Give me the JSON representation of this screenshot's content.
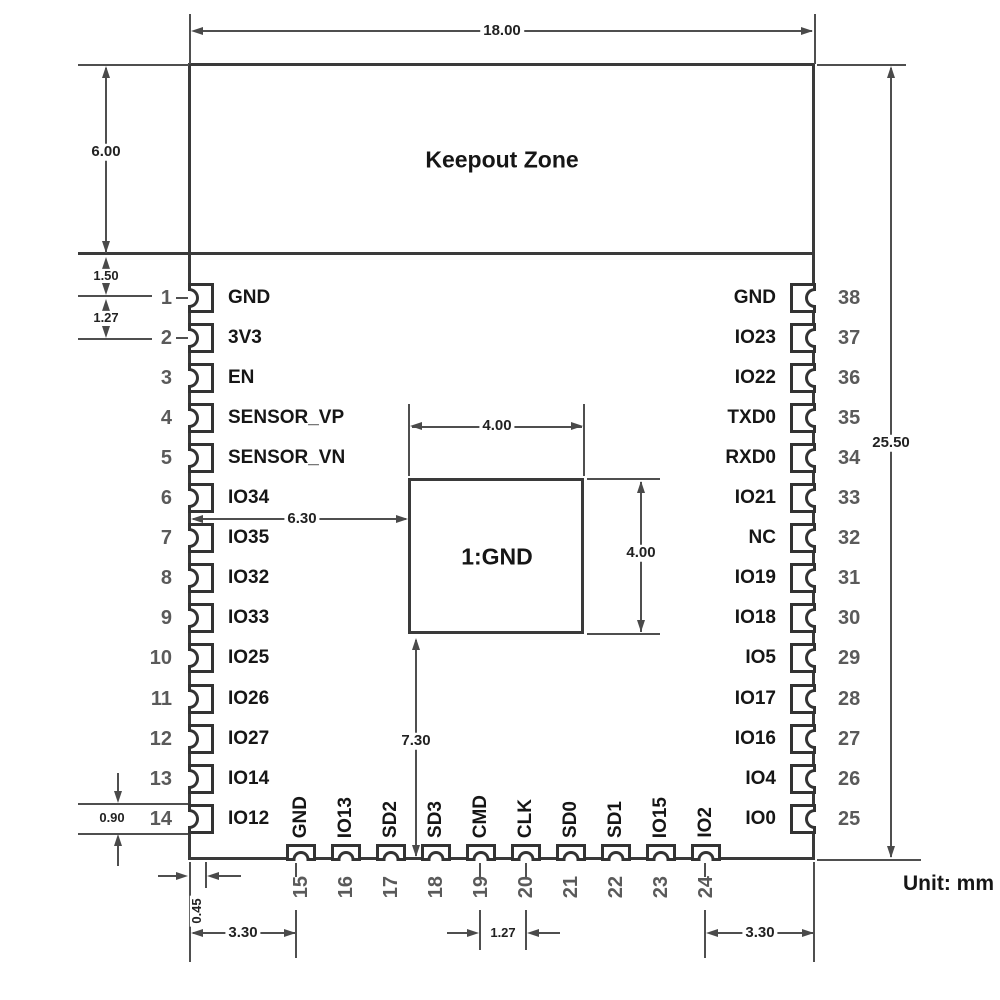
{
  "title": "Keepout Zone",
  "unit_label": "Unit: mm",
  "center_pad": {
    "label": "1:GND"
  },
  "dims": {
    "body_width": "18.00",
    "body_height": "25.50",
    "keepout_height": "6.00",
    "keepout_to_pin1": "1.50",
    "side_pin_pitch": "1.27",
    "pad_height": "0.90",
    "pad_inset": "0.45",
    "left_edge_to_pin15": "3.30",
    "bottom_pin_pitch": "1.27",
    "pin24_to_right_edge": "3.30",
    "center_pad_width": "4.00",
    "center_pad_height": "4.00",
    "center_pad_offset_x": "6.30",
    "center_pad_offset_y": "7.30"
  },
  "pins": {
    "left": [
      {
        "num": "1",
        "label": "GND"
      },
      {
        "num": "2",
        "label": "3V3"
      },
      {
        "num": "3",
        "label": "EN"
      },
      {
        "num": "4",
        "label": "SENSOR_VP"
      },
      {
        "num": "5",
        "label": "SENSOR_VN"
      },
      {
        "num": "6",
        "label": "IO34"
      },
      {
        "num": "7",
        "label": "IO35"
      },
      {
        "num": "8",
        "label": "IO32"
      },
      {
        "num": "9",
        "label": "IO33"
      },
      {
        "num": "10",
        "label": "IO25"
      },
      {
        "num": "11",
        "label": "IO26"
      },
      {
        "num": "12",
        "label": "IO27"
      },
      {
        "num": "13",
        "label": "IO14"
      },
      {
        "num": "14",
        "label": "IO12"
      }
    ],
    "right": [
      {
        "num": "38",
        "label": "GND"
      },
      {
        "num": "37",
        "label": "IO23"
      },
      {
        "num": "36",
        "label": "IO22"
      },
      {
        "num": "35",
        "label": "TXD0"
      },
      {
        "num": "34",
        "label": "RXD0"
      },
      {
        "num": "33",
        "label": "IO21"
      },
      {
        "num": "32",
        "label": "NC"
      },
      {
        "num": "31",
        "label": "IO19"
      },
      {
        "num": "30",
        "label": "IO18"
      },
      {
        "num": "29",
        "label": "IO5"
      },
      {
        "num": "28",
        "label": "IO17"
      },
      {
        "num": "27",
        "label": "IO16"
      },
      {
        "num": "26",
        "label": "IO4"
      },
      {
        "num": "25",
        "label": "IO0"
      }
    ],
    "bottom": [
      {
        "num": "15",
        "label": "GND"
      },
      {
        "num": "16",
        "label": "IO13"
      },
      {
        "num": "17",
        "label": "SD2"
      },
      {
        "num": "18",
        "label": "SD3"
      },
      {
        "num": "19",
        "label": "CMD"
      },
      {
        "num": "20",
        "label": "CLK"
      },
      {
        "num": "21",
        "label": "SD0"
      },
      {
        "num": "22",
        "label": "SD1"
      },
      {
        "num": "23",
        "label": "IO15"
      },
      {
        "num": "24",
        "label": "IO2"
      }
    ]
  },
  "colors": {
    "outline": "#3a3a3a",
    "dimension_line": "#4f4f4f",
    "text": "#161616",
    "pin_number": "#5a5a5a",
    "background": "#ffffff"
  }
}
